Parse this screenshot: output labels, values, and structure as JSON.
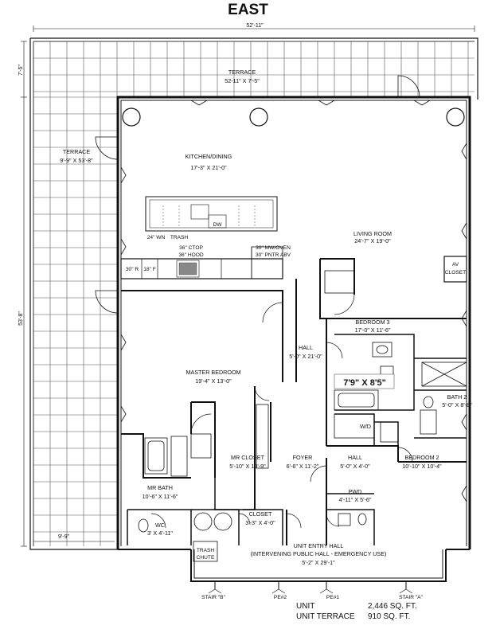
{
  "title": "EAST",
  "dimensions": {
    "overall_width": "52'-11\"",
    "overall_height": "53'-8\"",
    "terrace_depth": "7'-5\"",
    "terrace_west_width": "9'-9\""
  },
  "rooms": {
    "terrace_north": {
      "name": "TERRACE",
      "size": "52-11\" X 7'-5\""
    },
    "terrace_west": {
      "name": "TERRACE",
      "size": "9'-9\" X 53'-8\""
    },
    "kitchen": {
      "name": "KITCHEN/DINING",
      "size": "17'-3\" X 21'-0\""
    },
    "living": {
      "name": "LIVING ROOM",
      "size": "24'-7\" X 19'-0\""
    },
    "av_closet": {
      "name1": "AV",
      "name2": "CLOSET"
    },
    "bedroom3": {
      "name": "BEDROOM 3",
      "size": "17'-0\" X 11'-6\""
    },
    "hall": {
      "name": "HALL",
      "size": "5'-0\" X 21'-0\""
    },
    "master_bedroom": {
      "name": "MASTER BEDROOM",
      "size": "19'-4\" X 13'-0\""
    },
    "bath2": {
      "name": "BATH 2",
      "size": "5'-0\" X 8'-8\""
    },
    "mr_closet": {
      "name": "MR CLOSET",
      "size": "5'-10\" X 10'-9\""
    },
    "foyer": {
      "name": "FOYER",
      "size": "6'-6\" X 11'-2\""
    },
    "hall2": {
      "name": "HALL",
      "size": "5'-0\" X 4'-0\""
    },
    "bedroom2": {
      "name": "BEDROOM 2",
      "size": "10'-10\" X 10'-4\""
    },
    "pwd": {
      "name": "PWD",
      "size": "4'-11\" X 5'-6\""
    },
    "mr_bath": {
      "name": "MR BATH",
      "size": "10'-6\" X 11'-6\""
    },
    "wc": {
      "name": "WC",
      "size": "3' X 4'-11\""
    },
    "closet": {
      "name": "CLOSET",
      "size": "3'-3\" X 4'-0\""
    },
    "entry_hall": {
      "name": "UNIT ENTRY HALL",
      "note": "(INTERVENING PUBLIC HALL - EMERGENCY USE)",
      "size": "5'-2\" X 29'-1\""
    }
  },
  "fixtures": {
    "wine": "24\" WN",
    "trash": "TRASH",
    "dw": "DW",
    "ctop": "36\" CTOP",
    "hood": "36\" HOOD",
    "mw": "30\" MW/OVEN",
    "pntr": "30\" PNTR ABV",
    "r": "30\" R",
    "f": "18\" F",
    "wd": "W/D",
    "trash_chute1": "TRASH",
    "trash_chute2": "CHUTE"
  },
  "annotation_box": "7'9\" X 8'5\"",
  "stairs": {
    "stair_b": "STAIR \"B\"",
    "pe2": "PE#2",
    "pe1": "PE#1",
    "stair_a": "STAIR \"A\""
  },
  "areas": {
    "unit_label": "UNIT",
    "unit_value": "2,446 SQ. FT.",
    "terrace_label": "UNIT TERRACE",
    "terrace_value": "910 SQ. FT."
  }
}
